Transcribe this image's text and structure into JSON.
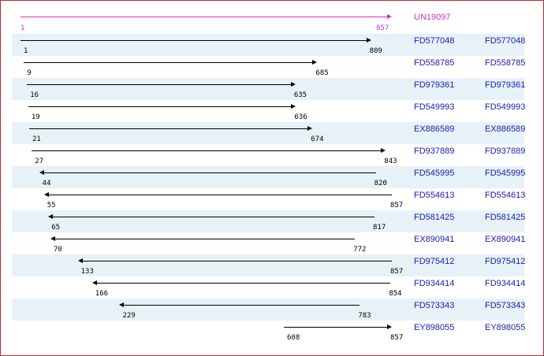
{
  "query": {
    "id": "UN19097",
    "start": 1,
    "end": 857
  },
  "colors": {
    "query": "#cc33cc",
    "hit": "#000000",
    "label": "#1b1bb3",
    "row_shade": "#e6f2f7",
    "border": "#c0282d"
  },
  "hits": [
    {
      "id": "FD577048",
      "start": 1,
      "end": 809,
      "strand": "+",
      "alt_id": "FD577048"
    },
    {
      "id": "FD558785",
      "start": 9,
      "end": 685,
      "strand": "+",
      "alt_id": "FD558785"
    },
    {
      "id": "FD979361",
      "start": 16,
      "end": 635,
      "strand": "+",
      "alt_id": "FD979361"
    },
    {
      "id": "FD549993",
      "start": 19,
      "end": 636,
      "strand": "+",
      "alt_id": "FD549993"
    },
    {
      "id": "EX886589",
      "start": 21,
      "end": 674,
      "strand": "+",
      "alt_id": "EX886589"
    },
    {
      "id": "FD937889",
      "start": 27,
      "end": 843,
      "strand": "+",
      "alt_id": "FD937889"
    },
    {
      "id": "FD545995",
      "start": 44,
      "end": 820,
      "strand": "-",
      "alt_id": "FD545995"
    },
    {
      "id": "FD554613",
      "start": 55,
      "end": 857,
      "strand": "-",
      "alt_id": "FD554613"
    },
    {
      "id": "FD581425",
      "start": 65,
      "end": 817,
      "strand": "-",
      "alt_id": "FD581425"
    },
    {
      "id": "EX890941",
      "start": 70,
      "end": 772,
      "strand": "-",
      "alt_id": "EX890941"
    },
    {
      "id": "FD975412",
      "start": 133,
      "end": 857,
      "strand": "-",
      "alt_id": "FD975412"
    },
    {
      "id": "FD934414",
      "start": 166,
      "end": 854,
      "strand": "-",
      "alt_id": "FD934414"
    },
    {
      "id": "FD573343",
      "start": 229,
      "end": 783,
      "strand": "-",
      "alt_id": "FD573343"
    },
    {
      "id": "EY898055",
      "start": 608,
      "end": 857,
      "strand": "+",
      "alt_id": "EY898055"
    }
  ]
}
